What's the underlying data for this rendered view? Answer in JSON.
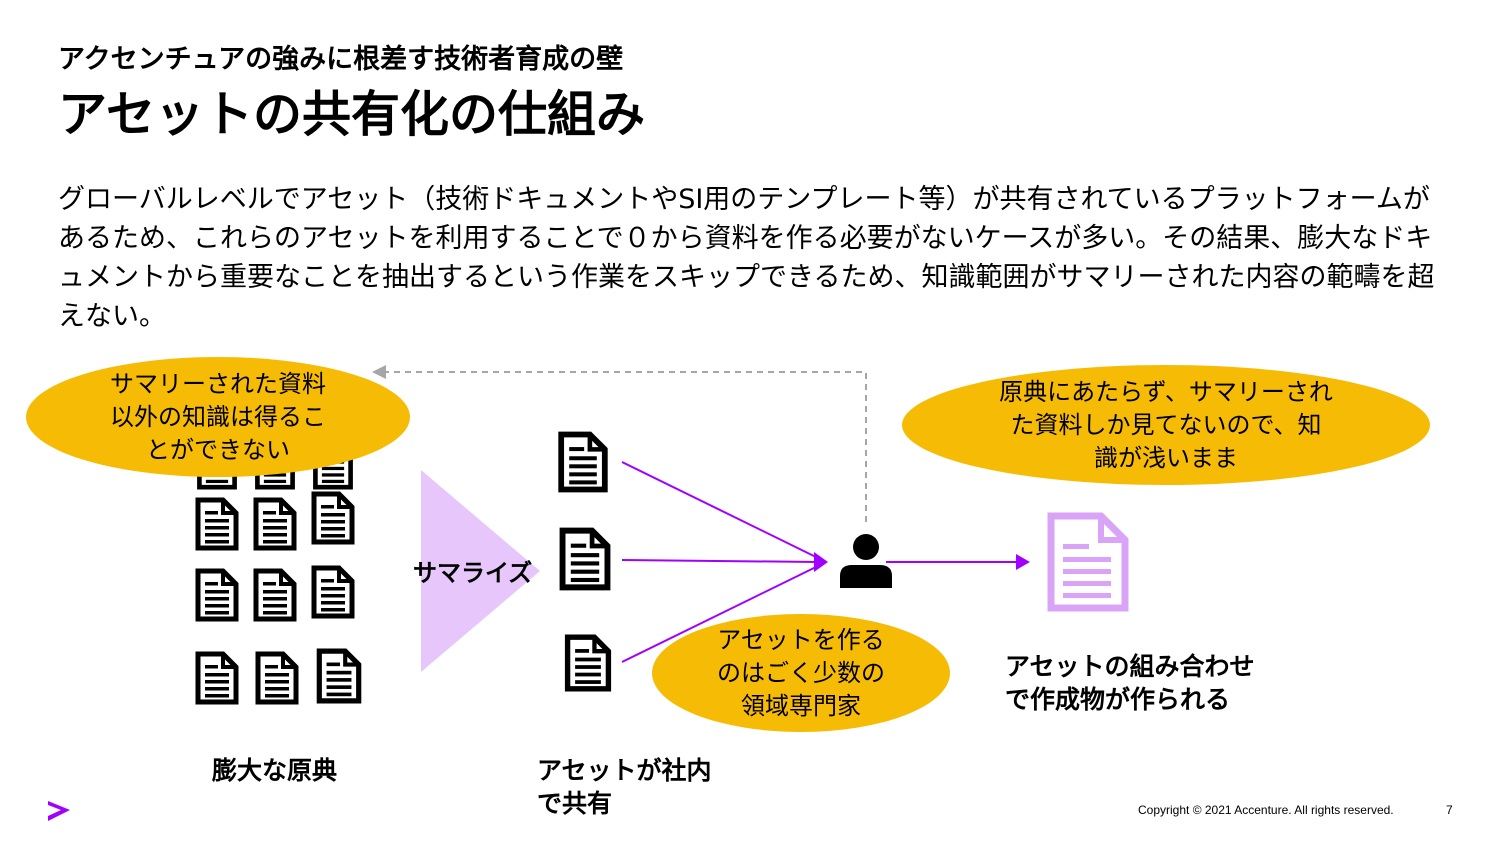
{
  "header": {
    "subtitle": "アクセンチュアの強みに根差す技術者育成の壁",
    "title": "アセットの共有化の仕組み"
  },
  "body_text": "グローバルレベルでアセット（技術ドキュメントやSI用のテンプレート等）が共有されているプラットフォームがあるため、これらのアセットを利用することで０から資料を作る必要がないケースが多い。その結果、膨大なドキュメントから重要なことを抽出するという作業をスキップできるため、知識範囲がサマリーされた内容の範疇を超えない。",
  "diagram": {
    "bubble_left": [
      "サマリーされた資料",
      "以外の知識は得るこ",
      "とができない"
    ],
    "bubble_right": [
      "原典にあたらず、サマリーされ",
      "た資料しか見てないので、知",
      "識が浅いまま"
    ],
    "bubble_bottom": [
      "アセットを作る",
      "のはごく少数の",
      "領域専門家"
    ],
    "summarize_label": "サマライズ",
    "label_originals": "膨大な原典",
    "label_assets": [
      "アセットが社内",
      "で共有"
    ],
    "label_output": [
      "アセットの組み合わせ",
      "で作成物が作られる"
    ],
    "colors": {
      "bubble": "#f6bb05",
      "arrow": "#a100ff",
      "triangle": "#e6c6fb",
      "output_doc": "#d9a4f7",
      "dashed_line": "#a6a6a6"
    }
  },
  "footer": {
    "logo_icon": "accenture-chevron-icon",
    "copyright": "Copyright © 2021 Accenture. All rights reserved.",
    "page_number": "7"
  }
}
